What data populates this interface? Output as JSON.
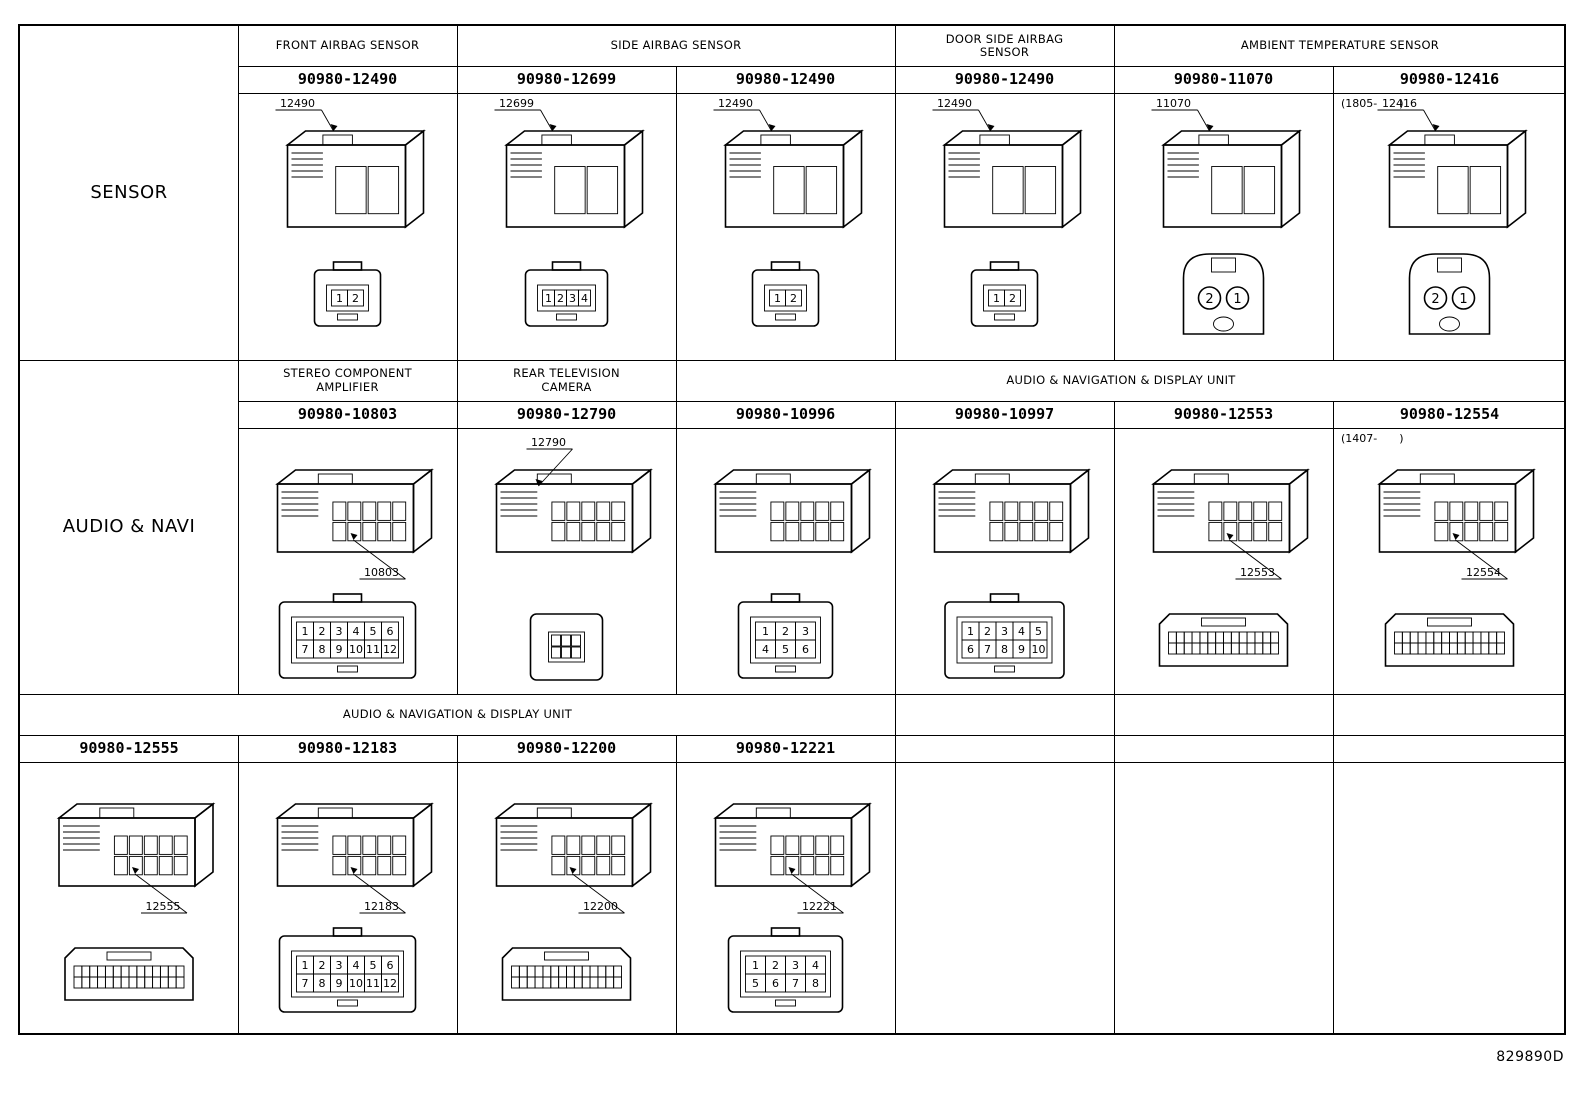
{
  "rows": [
    {
      "category": "SENSOR",
      "groups": [
        "FRONT AIRBAG SENSOR",
        "SIDE AIRBAG SENSOR",
        "DOOR SIDE AIRBAG SENSOR",
        "AMBIENT TEMPERATURE SENSOR"
      ],
      "parts": [
        {
          "number": "90980-12490",
          "callout": "12490",
          "pins": [
            "1",
            "2"
          ],
          "date": ""
        },
        {
          "number": "90980-12699",
          "callout": "12699",
          "pins": [
            "1",
            "2",
            "3",
            "4"
          ],
          "date": ""
        },
        {
          "number": "90980-12490",
          "callout": "12490",
          "pins": [
            "1",
            "2"
          ],
          "date": ""
        },
        {
          "number": "90980-12490",
          "callout": "12490",
          "pins": [
            "1",
            "2"
          ],
          "date": ""
        },
        {
          "number": "90980-11070",
          "callout": "11070",
          "pins": [
            "2",
            "1"
          ],
          "date": ""
        },
        {
          "number": "90980-12416",
          "callout": "12416",
          "pins": [
            "2",
            "1"
          ],
          "date": "(1805-　　)"
        }
      ]
    },
    {
      "category": "AUDIO & NAVI",
      "groups": [
        "STEREO COMPONENT AMPLIFIER",
        "REAR TELEVISION CAMERA",
        "AUDIO & NAVIGATION & DISPLAY UNIT"
      ],
      "parts": [
        {
          "number": "90980-10803",
          "callout": "10803",
          "pins": [
            "1",
            "2",
            "3",
            "4",
            "5",
            "6",
            "7",
            "8",
            "9",
            "10",
            "11",
            "12"
          ],
          "date": ""
        },
        {
          "number": "90980-12790",
          "callout": "12790",
          "pins": [],
          "date": ""
        },
        {
          "number": "90980-10996",
          "callout": "",
          "pins": [
            "1",
            "2",
            "3",
            "4",
            "5",
            "6"
          ],
          "date": ""
        },
        {
          "number": "90980-10997",
          "callout": "",
          "pins": [
            "1",
            "2",
            "3",
            "4",
            "5",
            "6",
            "7",
            "8",
            "9",
            "10"
          ],
          "date": ""
        },
        {
          "number": "90980-12553",
          "callout": "12553",
          "pins": [],
          "date": ""
        },
        {
          "number": "90980-12554",
          "callout": "12554",
          "pins": [],
          "date": "(1407-　　)"
        }
      ]
    },
    {
      "category": "",
      "groups": [
        "AUDIO & NAVIGATION & DISPLAY UNIT"
      ],
      "parts": [
        {
          "number": "90980-12555",
          "callout": "12555",
          "pins": [],
          "date": ""
        },
        {
          "number": "90980-12183",
          "callout": "12183",
          "pins": [
            "1",
            "2",
            "3",
            "4",
            "5",
            "6",
            "7",
            "8",
            "9",
            "10",
            "11",
            "12"
          ],
          "date": ""
        },
        {
          "number": "90980-12200",
          "callout": "12200",
          "pins": [],
          "date": ""
        },
        {
          "number": "90980-12221",
          "callout": "12221",
          "pins": [
            "1",
            "2",
            "3",
            "4",
            "5",
            "6",
            "7",
            "8"
          ],
          "date": ""
        }
      ]
    }
  ],
  "footer_code": "829890D"
}
